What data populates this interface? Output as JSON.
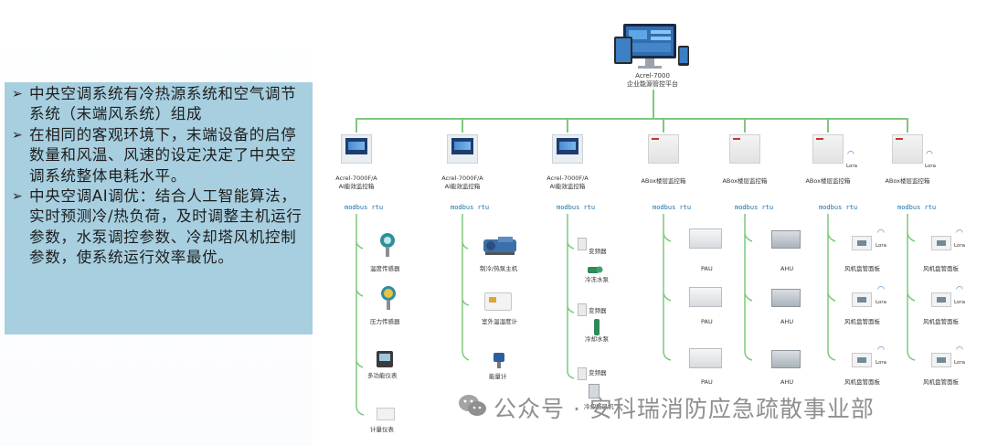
{
  "panel": {
    "bullets": [
      "中央空调系统有冷热源系统和空气调节系统（末端风系统）组成",
      "在相同的客观环境下，末端设备的启停数量和风温、风速的设定决定了中央空调系统整体电耗水平。",
      "中央空调AI调优：结合人工智能算法，实时预测冷/热负荷，及时调整主机运行参数，水泵调控参数、冷却塔风机控制参数，使系统运行效率最优。"
    ],
    "bullet_mark": "➢"
  },
  "platform": {
    "name": "Acrel-7000",
    "subtitle": "企业能源管控平台"
  },
  "controllers": {
    "ai": [
      {
        "model": "Acrel-7000F/A",
        "name": "AI能效监控箱"
      },
      {
        "model": "Acrel-7000F/A",
        "name": "AI能效监控箱"
      },
      {
        "model": "Acrel-7000F/A",
        "name": "AI能效监控箱"
      }
    ],
    "abox": [
      {
        "name": "ABox楼层监控箱"
      },
      {
        "name": "ABox楼层监控箱"
      },
      {
        "name": "ABox楼层监控箱",
        "lora": "Lora"
      },
      {
        "name": "ABox楼层监控箱",
        "lora": "Lora"
      }
    ]
  },
  "protocol": "modbus rtu",
  "columns": {
    "col1": [
      "温度传感器",
      "压力传感器",
      "多功能仪表",
      "计量仪表"
    ],
    "col2": [
      "制冷/热泵主机",
      "室外温湿度计",
      "能量计"
    ],
    "col3": [
      "变频器",
      "冷冻水泵",
      "变频器",
      "冷却水泵",
      "变频器",
      "冷却塔风机"
    ],
    "pau": [
      "PAU",
      "PAU",
      "PAU"
    ],
    "ahu": [
      "AHU",
      "AHU",
      "AHU"
    ],
    "fcu1": [
      "风机盘管面板",
      "风机盘管面板",
      "风机盘管面板"
    ],
    "fcu2": [
      "风机盘管面板",
      "风机盘管面板",
      "风机盘管面板"
    ],
    "lora": "Lora"
  },
  "watermark": "公众号 · 安科瑞消防应急疏散事业部",
  "colors": {
    "panel": "#a7cfe0",
    "bus": "#7fc87e",
    "protocol": "#1a6fa3"
  }
}
